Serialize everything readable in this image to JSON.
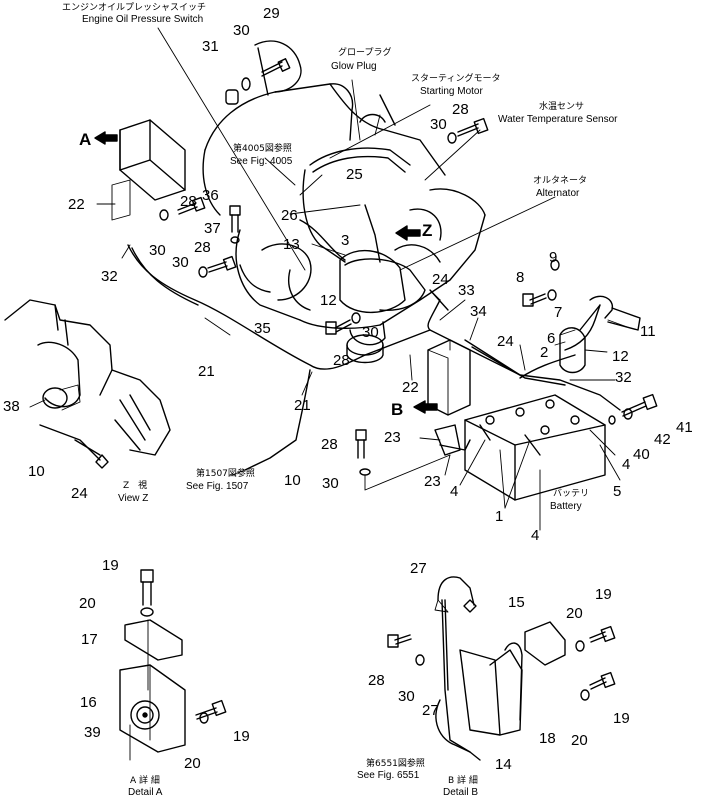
{
  "callouts": {
    "engine_oil_pressure_switch": {
      "jp": "エンジンオイルプレッシャスイッチ",
      "en": "Engine Oil Pressure Switch"
    },
    "glow_plug": {
      "jp": "グロープラグ",
      "en": "Glow Plug"
    },
    "starting_motor": {
      "jp": "スターティングモータ",
      "en": "Starting Motor"
    },
    "water_temperature_sensor": {
      "jp": "水温センサ",
      "en": "Water Temperature Sensor"
    },
    "alternator": {
      "jp": "オルタネータ",
      "en": "Alternator"
    },
    "battery": {
      "jp": "バッテリ",
      "en": "Battery"
    }
  },
  "references": {
    "fig_4005": {
      "jp": "第4005図参照",
      "en": "See Fig. 4005"
    },
    "fig_1507": {
      "jp": "第1507図参照",
      "en": "See Fig. 1507"
    },
    "fig_6551": {
      "jp": "第6551図参照",
      "en": "See Fig. 6551"
    }
  },
  "views": {
    "view_z": {
      "jp": "Z　視",
      "en": "View Z"
    },
    "detail_a": {
      "jp": "A 詳 細",
      "en": "Detail A"
    },
    "detail_b": {
      "jp": "B 詳 細",
      "en": "Detail B"
    }
  },
  "arrows": {
    "a": "A",
    "b": "B",
    "z": "Z"
  },
  "part_numbers": {
    "n29": "29",
    "n30a": "30",
    "n31": "31",
    "n28a": "28",
    "n30b": "30",
    "n25": "25",
    "n26": "26",
    "n13": "13",
    "n3": "3",
    "n36": "36",
    "n37": "37",
    "n28b": "28",
    "n22a": "22",
    "n30c": "30",
    "n28c": "28",
    "n30d": "30",
    "n32a": "32",
    "n12a": "12",
    "n35": "35",
    "n24a": "24",
    "n33": "33",
    "n34": "34",
    "n30e": "30",
    "n28d": "28",
    "n21a": "21",
    "n21b": "21",
    "n22b": "22",
    "n38": "38",
    "n10a": "10",
    "n24b": "24",
    "n10b": "10",
    "n9": "9",
    "n8": "8",
    "n6": "6",
    "n7": "7",
    "n11": "11",
    "n2": "2",
    "n12b": "12",
    "n24c": "24",
    "n32b": "32",
    "n41": "41",
    "n42": "42",
    "n40": "40",
    "n4a": "4",
    "n5": "5",
    "n23a": "23",
    "n28e": "28",
    "n23b": "23",
    "n4b": "4",
    "n30f": "30",
    "n1": "1",
    "n4c": "4",
    "n19a": "19",
    "n20a": "20",
    "n17": "17",
    "n16": "16",
    "n39": "39",
    "n19b": "19",
    "n20b": "20",
    "n27a": "27",
    "n15": "15",
    "n20c": "20",
    "n19c": "19",
    "n28f": "28",
    "n30g": "30",
    "n27b": "27",
    "n18": "18",
    "n19d": "19",
    "n20d": "20",
    "n14": "14"
  }
}
